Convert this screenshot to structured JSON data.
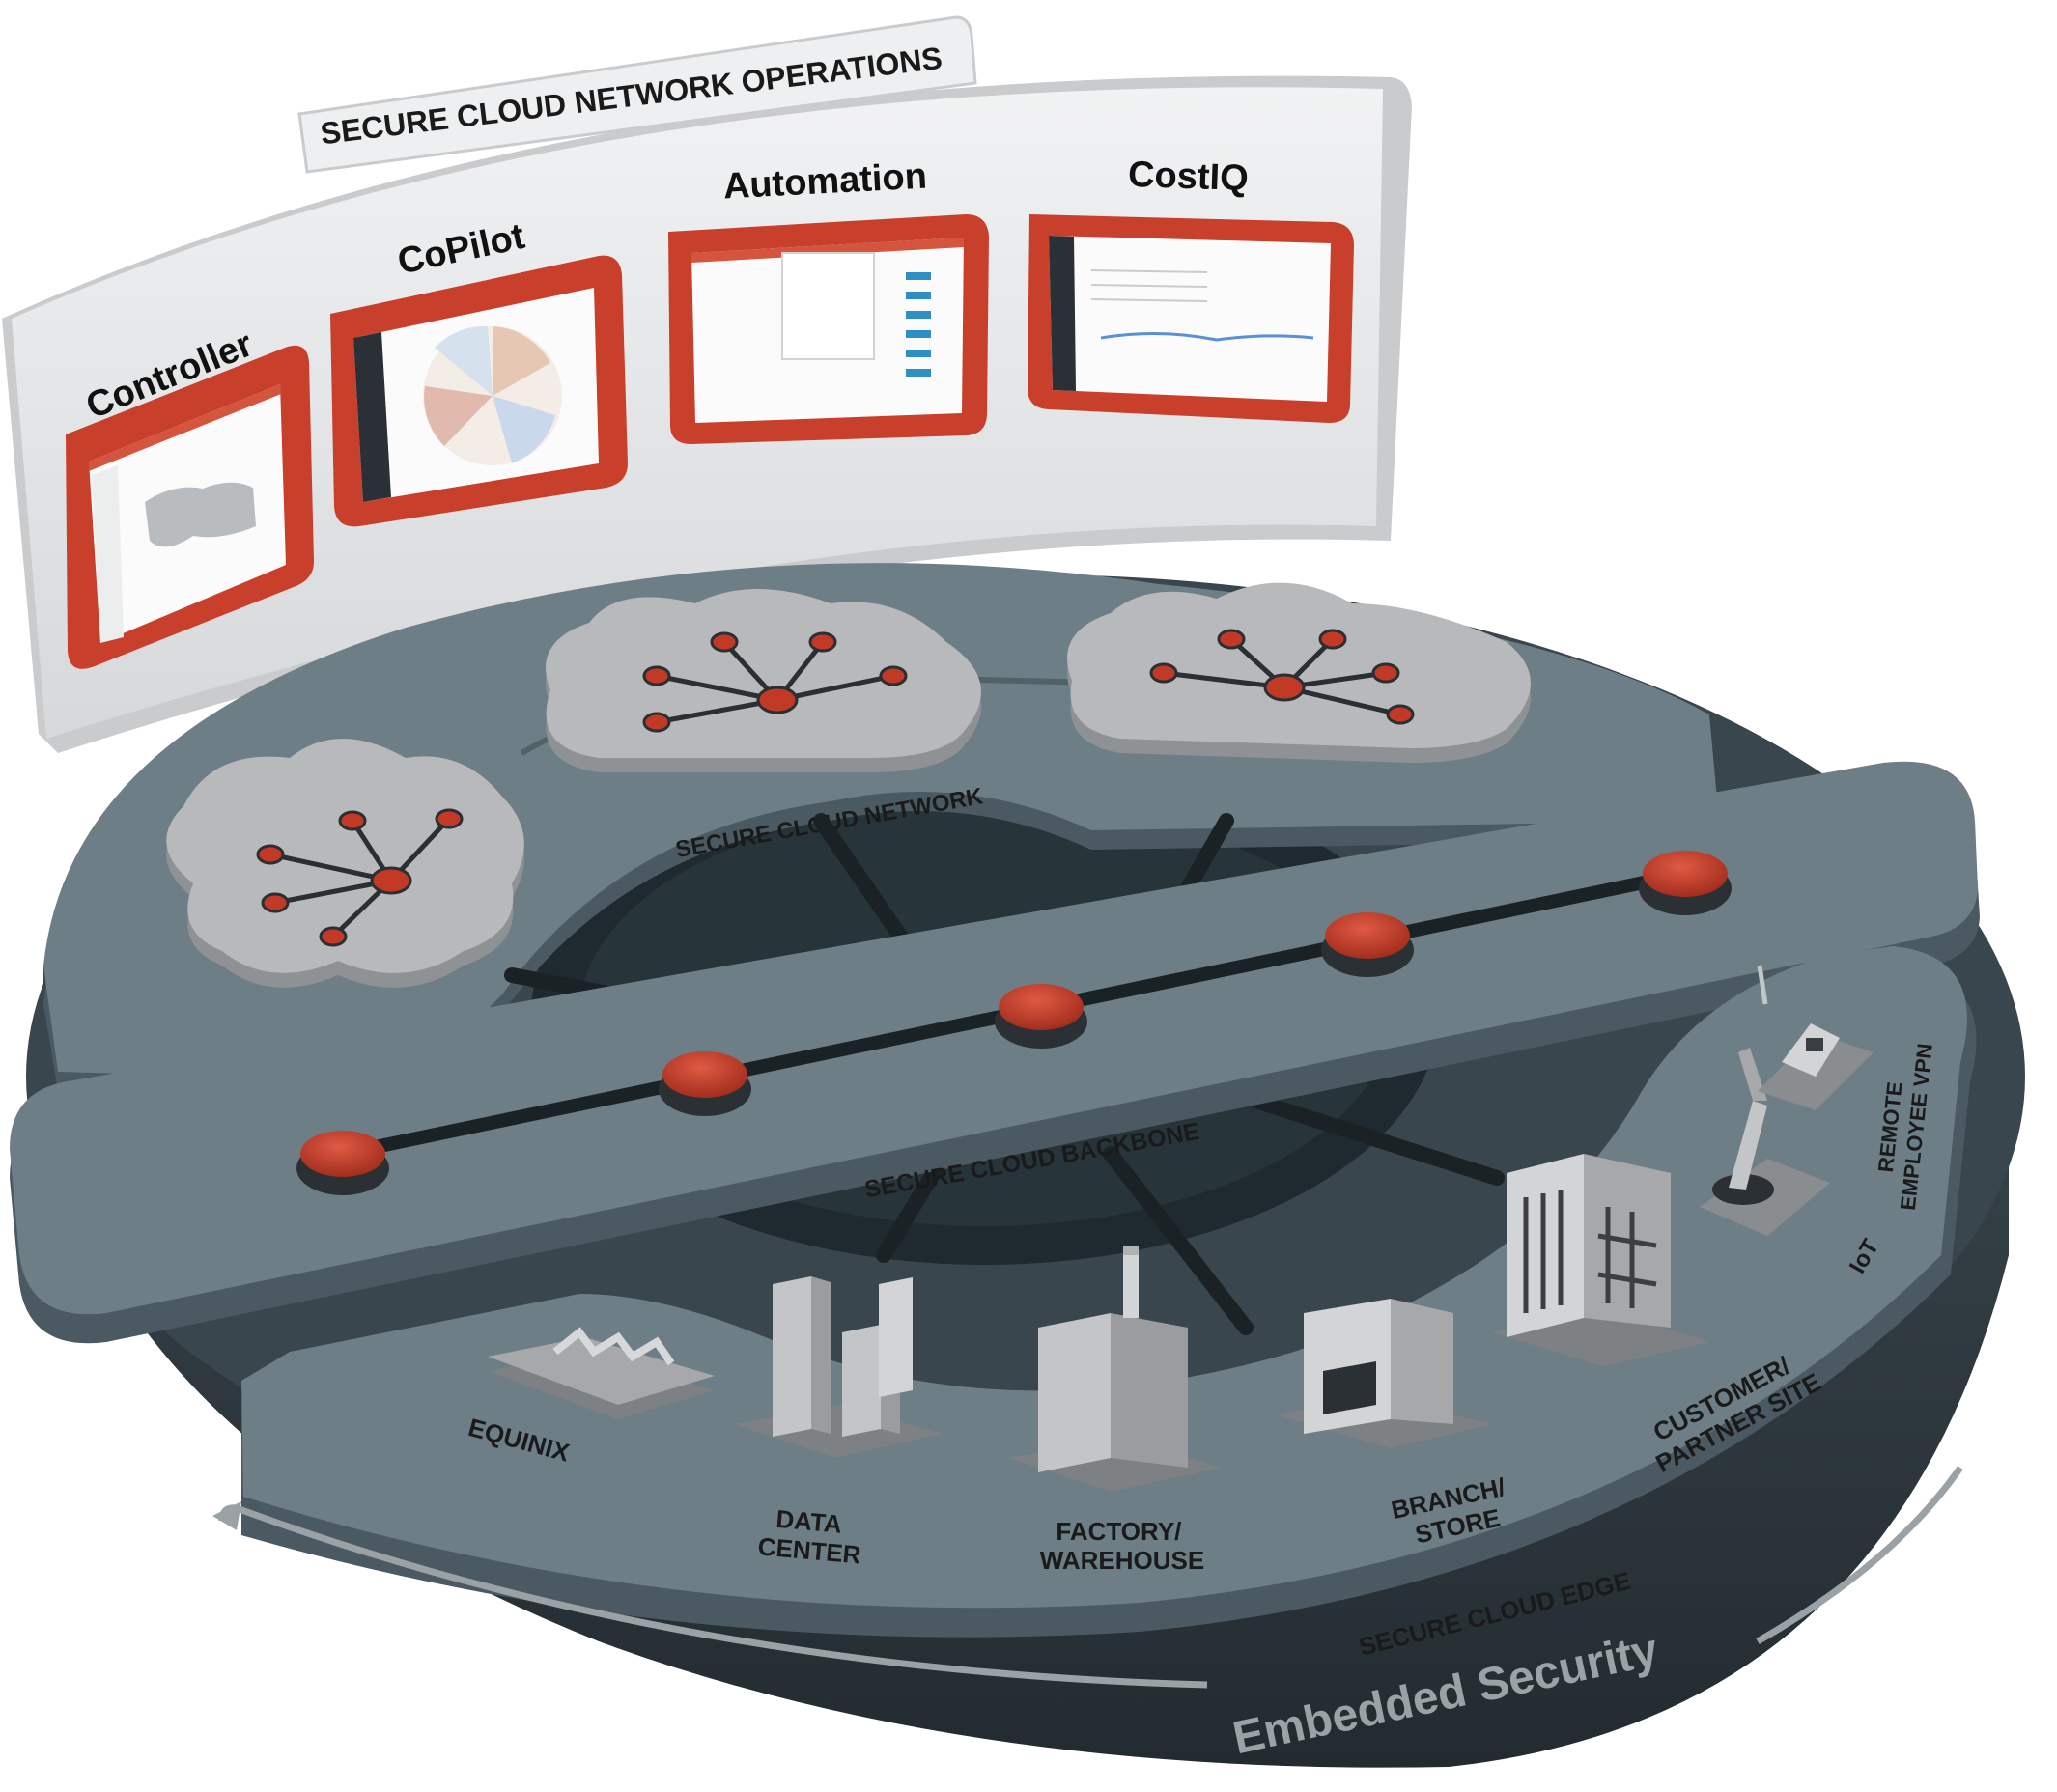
{
  "operations": {
    "title": "SECURE CLOUD NETWORK OPERATIONS",
    "screens": [
      {
        "label": "Controller"
      },
      {
        "label": "CoPilot"
      },
      {
        "label": "Automation"
      },
      {
        "label": "CostIQ"
      }
    ]
  },
  "layers": {
    "network": "SECURE CLOUD NETWORK",
    "backbone": "SECURE CLOUD BACKBONE",
    "edge": "SECURE CLOUD EDGE",
    "security": "Embedded Security"
  },
  "edge_sites": [
    {
      "lines": [
        "EQUINIX"
      ]
    },
    {
      "lines": [
        "DATA",
        "CENTER"
      ]
    },
    {
      "lines": [
        "FACTORY/",
        "WAREHOUSE"
      ]
    },
    {
      "lines": [
        "BRANCH/",
        "STORE"
      ]
    },
    {
      "lines": [
        "CUSTOMER/",
        "PARTNER SITE"
      ]
    },
    {
      "lines": [
        "IoT"
      ]
    },
    {
      "lines": [
        "REMOTE",
        "EMPLOYEE VPN"
      ]
    }
  ],
  "colors": {
    "accent": "#c23a26",
    "platform": "#5e6f78",
    "platform_top": "#6f8089",
    "base": "#2e3940",
    "panel": "#e7e8ea",
    "cloud": "#b7b9bb"
  },
  "icons": [
    "cloud-network-icon",
    "backbone-node-icon",
    "equinix-icon",
    "data-center-icon",
    "factory-icon",
    "branch-store-icon",
    "office-building-icon",
    "robot-arm-icon",
    "laptop-icon"
  ]
}
